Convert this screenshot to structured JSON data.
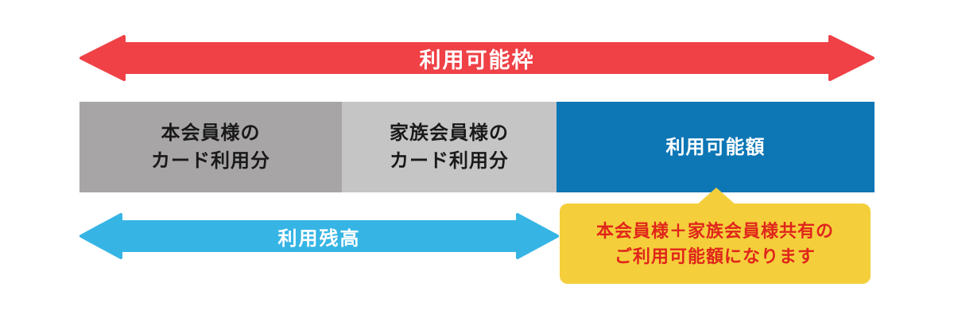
{
  "diagram_title": "credit-card-limit-diagram",
  "colors": {
    "limit_arrow_red": "#EF4146",
    "balance_arrow_cyan": "#36B5E5",
    "available_blue": "#0D77B5",
    "primary_member_gray": "#A7A5A6",
    "family_member_gray": "#C6C5C6",
    "callout_yellow": "#F4CF3B",
    "callout_text_red": "#E0251B",
    "bar_text_dark": "#1a1a1a",
    "arrow_text_white": "#ffffff"
  },
  "top_arrow": {
    "label": "利用可能枠"
  },
  "bar": {
    "segments": [
      {
        "name": "primary-member-usage",
        "lines": [
          "本会員様の",
          "カード利用分"
        ]
      },
      {
        "name": "family-member-usage",
        "lines": [
          "家族会員様の",
          "カード利用分"
        ]
      },
      {
        "name": "available-amount",
        "lines": [
          "利用可能額"
        ]
      }
    ]
  },
  "bottom_arrow": {
    "label": "利用残高"
  },
  "callout": {
    "lines": [
      "本会員様＋家族会員様共有の",
      "ご利用可能額になります"
    ]
  }
}
